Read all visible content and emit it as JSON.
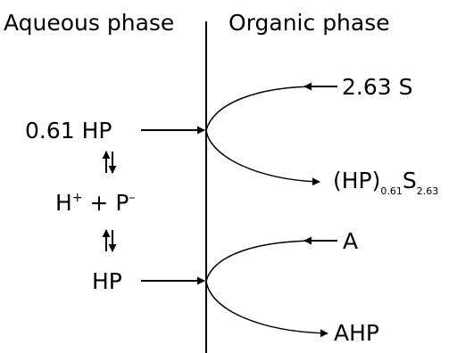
{
  "phases": {
    "aqueous": "Aqueous phase",
    "organic": "Organic phase"
  },
  "aqueous_species": {
    "hp_coeff": "0.61",
    "hp_top": "HP",
    "h": "H",
    "h_charge": "+",
    "plus": " + ",
    "p": "P",
    "p_charge": "–",
    "hp_bottom": "HP"
  },
  "organic_species": {
    "s_coeff": "2.63",
    "s": "S",
    "complex_base": "(HP)",
    "complex_sub1": "0.61",
    "complex_s": "S",
    "complex_sub2": "2.63",
    "a": "A",
    "ahp": "AHP"
  },
  "colors": {
    "ink": "#000000",
    "background": "#ffffff"
  }
}
